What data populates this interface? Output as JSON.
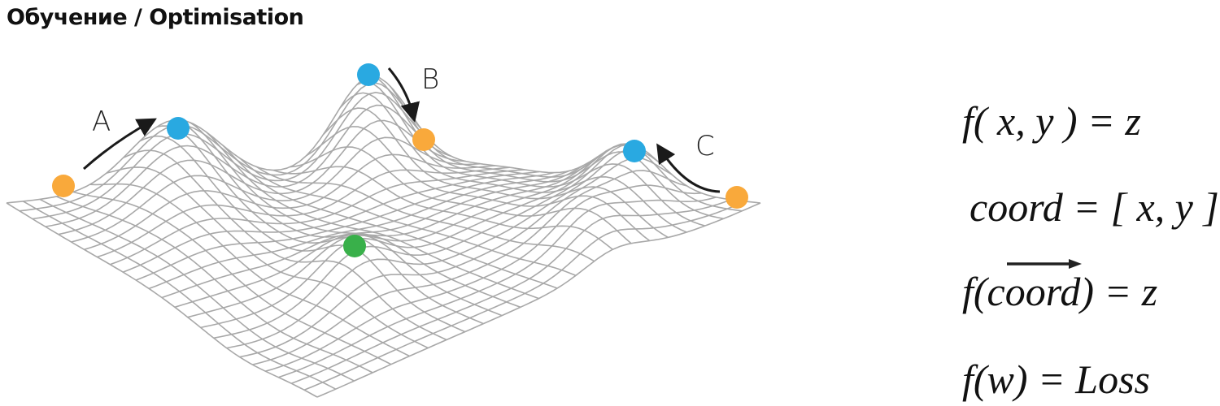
{
  "title": "Обучение / Optimisation",
  "labels": {
    "a": "A",
    "b": "B",
    "c": "C"
  },
  "equations": [
    "f( x, y ) = z",
    "coord = [ x, y ]",
    "f(coord) = z",
    "f(w) = Loss"
  ],
  "colors": {
    "start": "#F9A93B",
    "peak": "#29A9E1",
    "minimum": "#39B04A",
    "mesh": "#A8A8A8",
    "arrow": "#1A1A1A"
  }
}
